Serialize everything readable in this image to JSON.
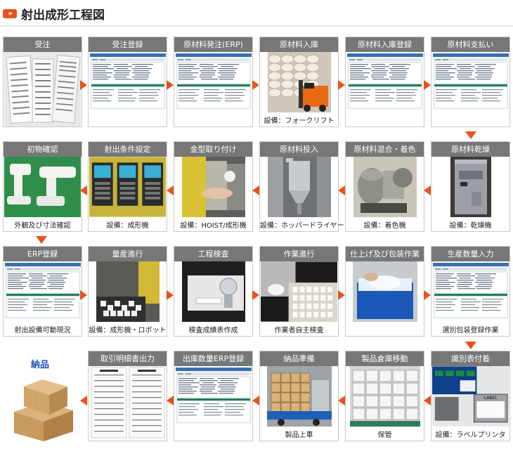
{
  "page": {
    "title": "射出成形工程図",
    "title_icon": "»"
  },
  "colors": {
    "accent": "#e8531c",
    "header_bg": "#777777",
    "final_label": "#1f56b8"
  },
  "steps": [
    {
      "title": "受注",
      "caption": "",
      "image": "order-paper-image"
    },
    {
      "title": "受注登録",
      "caption": "",
      "image": "order-registration-screen"
    },
    {
      "title": "原材料発注(ERP)",
      "caption": "",
      "image": "material-order-erp-screen"
    },
    {
      "title": "原材料入庫",
      "caption": "設備：フォークリフト",
      "image": "forklift-warehouse-photo"
    },
    {
      "title": "原材料入庫登録",
      "caption": "",
      "image": "material-receipt-screen"
    },
    {
      "title": "原材料支払い",
      "caption": "",
      "image": "material-payment-screen"
    },
    {
      "title": "原材料乾燥",
      "caption": "設備：乾燥機",
      "image": "dryer-photo"
    },
    {
      "title": "原材料混合・着色",
      "caption": "設備：着色機",
      "image": "coloring-machine-photo"
    },
    {
      "title": "原材料投入",
      "caption": "設備：ホッパードライヤー",
      "image": "hopper-dryer-photo"
    },
    {
      "title": "金型取り付け",
      "caption": "設備：HOIST/成形機",
      "image": "mold-mount-photo"
    },
    {
      "title": "射出条件設定",
      "caption": "設備：成形機",
      "image": "molding-machine-panel-photo"
    },
    {
      "title": "初物確認",
      "caption": "外観及び寸法確認",
      "image": "first-article-part-photo"
    },
    {
      "title": "ERP登録",
      "caption": "射出設備可動現況",
      "image": "erp-registration-screen"
    },
    {
      "title": "量産進行",
      "caption": "設備：成形機・ロボット",
      "image": "mass-production-photo"
    },
    {
      "title": "工程検査",
      "caption": "検査成績表作成",
      "image": "inspection-gauge-photo"
    },
    {
      "title": "作業進行",
      "caption": "作業者自主検査",
      "image": "worker-self-inspection-photo"
    },
    {
      "title": "仕上げ及び包装作業",
      "caption": "",
      "image": "finishing-packaging-photo"
    },
    {
      "title": "生産数量入力",
      "caption": "選別包装登録作業",
      "image": "production-input-screen"
    },
    {
      "title": "識別表付着",
      "caption": "設備：ラベルプリンタ",
      "image": "label-printer-photo"
    },
    {
      "title": "製品倉庫移動",
      "caption": "保管",
      "image": "warehouse-storage-photo"
    },
    {
      "title": "納品準備",
      "caption": "製品上車",
      "image": "truck-loading-photo"
    },
    {
      "title": "出庫数量ERP登録",
      "caption": "",
      "image": "shipment-erp-screen"
    },
    {
      "title": "取引明細書出力",
      "caption": "",
      "image": "invoice-document-image"
    }
  ],
  "final": {
    "label": "納品",
    "image": "cardboard-boxes"
  },
  "image_text": {
    "label_printer_sign": "LABEL"
  }
}
